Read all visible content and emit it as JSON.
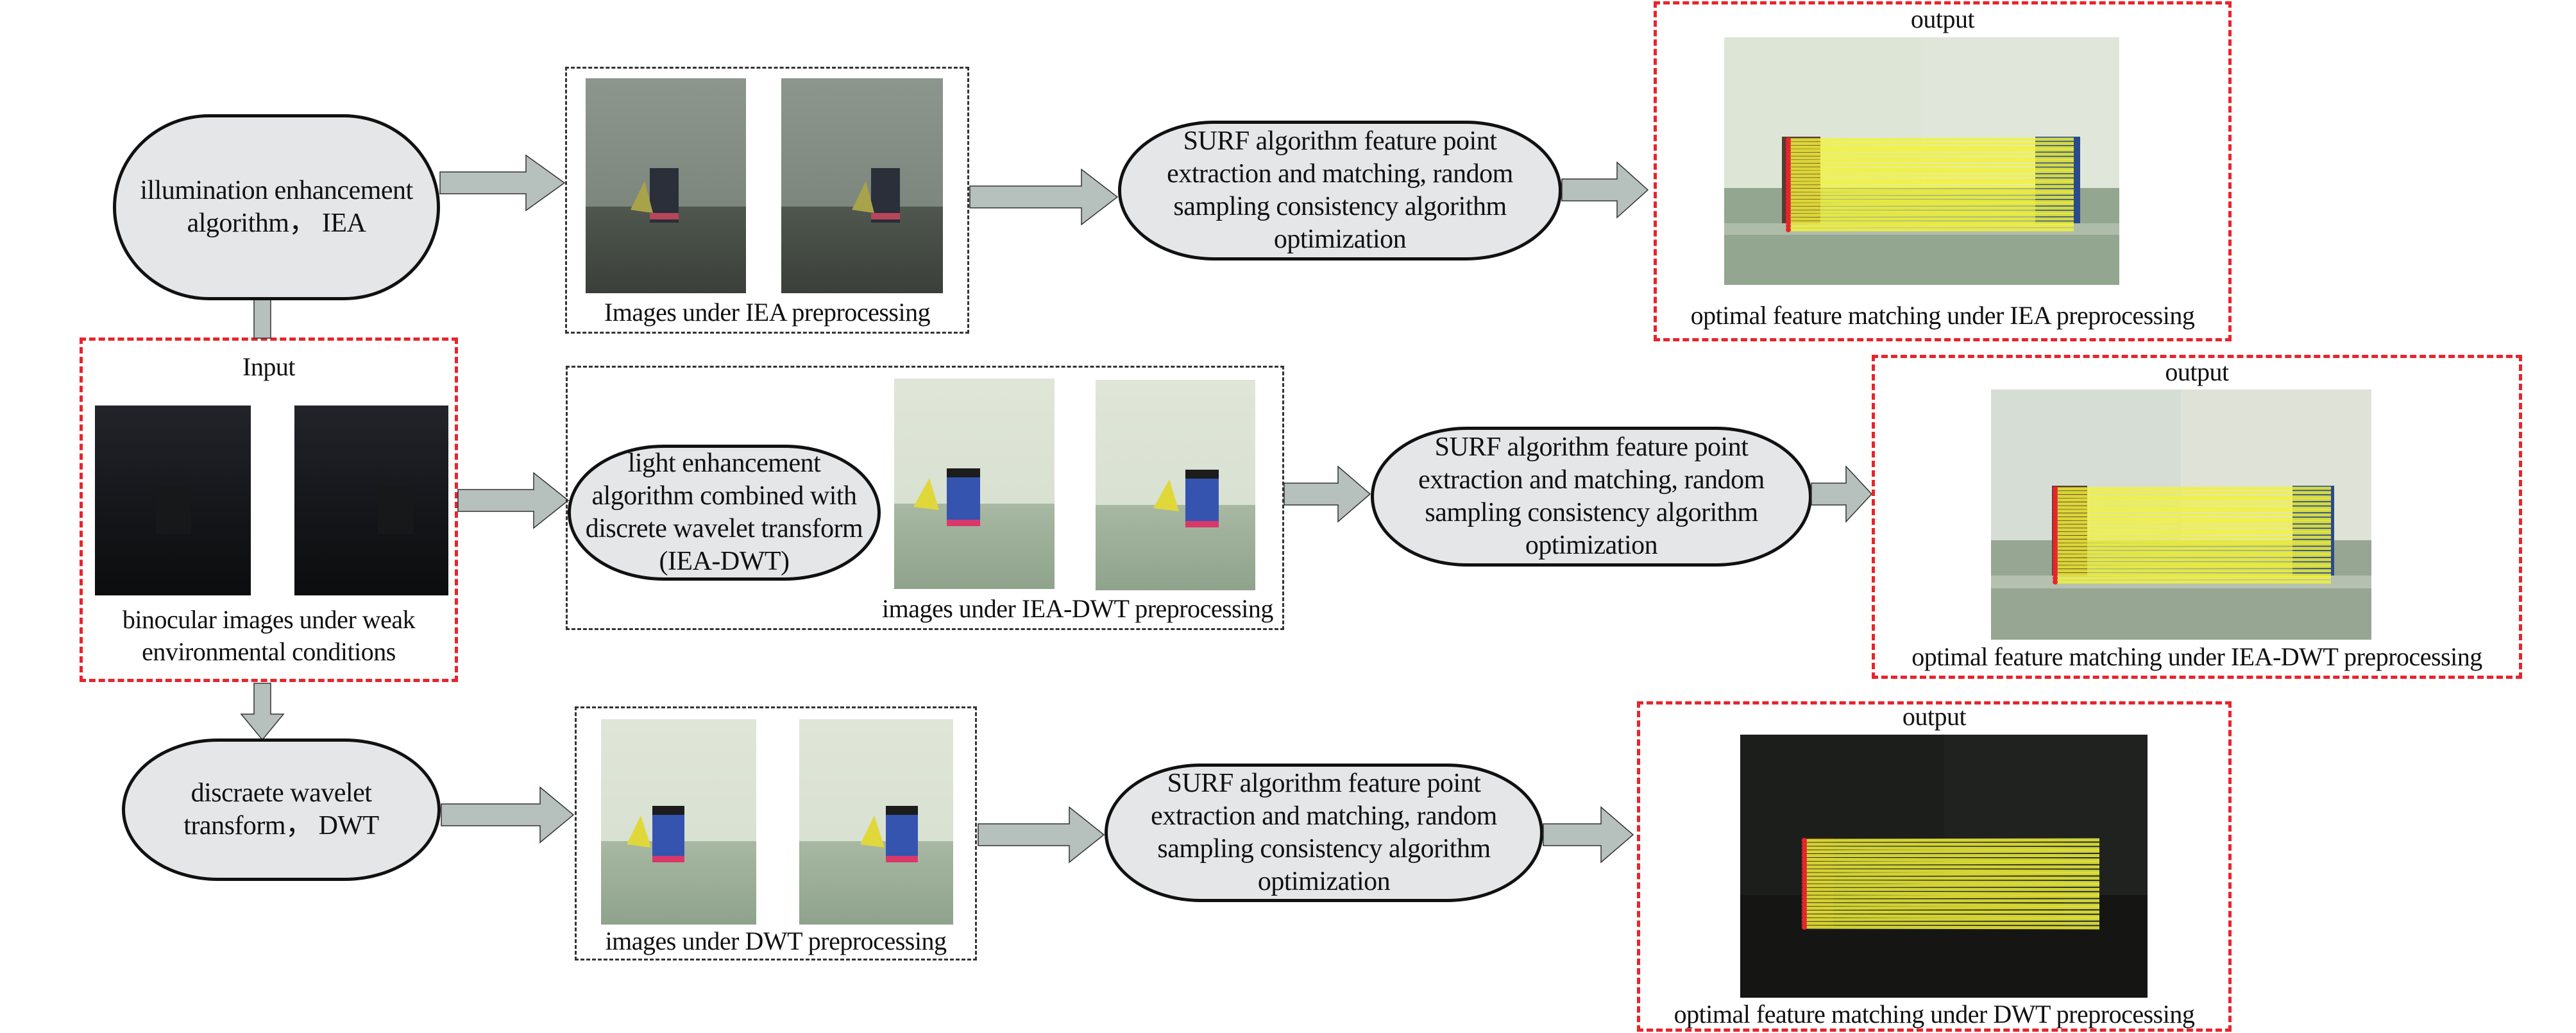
{
  "diagram": {
    "colors": {
      "pill_fill": "#e4e6e7",
      "arrow_fill": "#b6c0bd",
      "input_output_border": "#e8242c",
      "intermediate_border": "#333333",
      "match_lines": "#f2f23a"
    },
    "input": {
      "title": "Input",
      "caption_line1": "binocular images under weak",
      "caption_line2": "environmental conditions",
      "image_theme": "dark"
    },
    "branches": [
      {
        "id": "iea",
        "method": [
          "illumination enhancement",
          "algorithm， IEA"
        ],
        "preprocessed_caption": "Images under IEA preprocessing",
        "image_theme": "dim",
        "matching": [
          "SURF algorithm feature point",
          "extraction and matching, random",
          "sampling consistency algorithm",
          "optimization"
        ],
        "output_title": "output",
        "output_caption": "optimal feature matching under IEA preprocessing",
        "output_theme": "bright"
      },
      {
        "id": "iea-dwt",
        "method": [
          "light enhancement",
          "algorithm combined with",
          "discrete wavelet transform",
          "(IEA-DWT)"
        ],
        "preprocessed_caption": "images under IEA-DWT preprocessing",
        "image_theme": "bright",
        "matching": [
          "SURF algorithm feature point",
          "extraction and matching, random",
          "sampling consistency algorithm",
          "optimization"
        ],
        "output_title": "output",
        "output_caption": "optimal feature matching under IEA-DWT preprocessing",
        "output_theme": "bright"
      },
      {
        "id": "dwt",
        "method": [
          "discraete wavelet",
          "transform， DWT"
        ],
        "preprocessed_caption": "images under DWT preprocessing",
        "image_theme": "bright",
        "matching": [
          "SURF algorithm feature point",
          "extraction and matching, random",
          "sampling consistency algorithm",
          "optimization"
        ],
        "output_title": "output",
        "output_caption": "optimal feature matching under DWT preprocessing",
        "output_theme": "dark"
      }
    ]
  }
}
